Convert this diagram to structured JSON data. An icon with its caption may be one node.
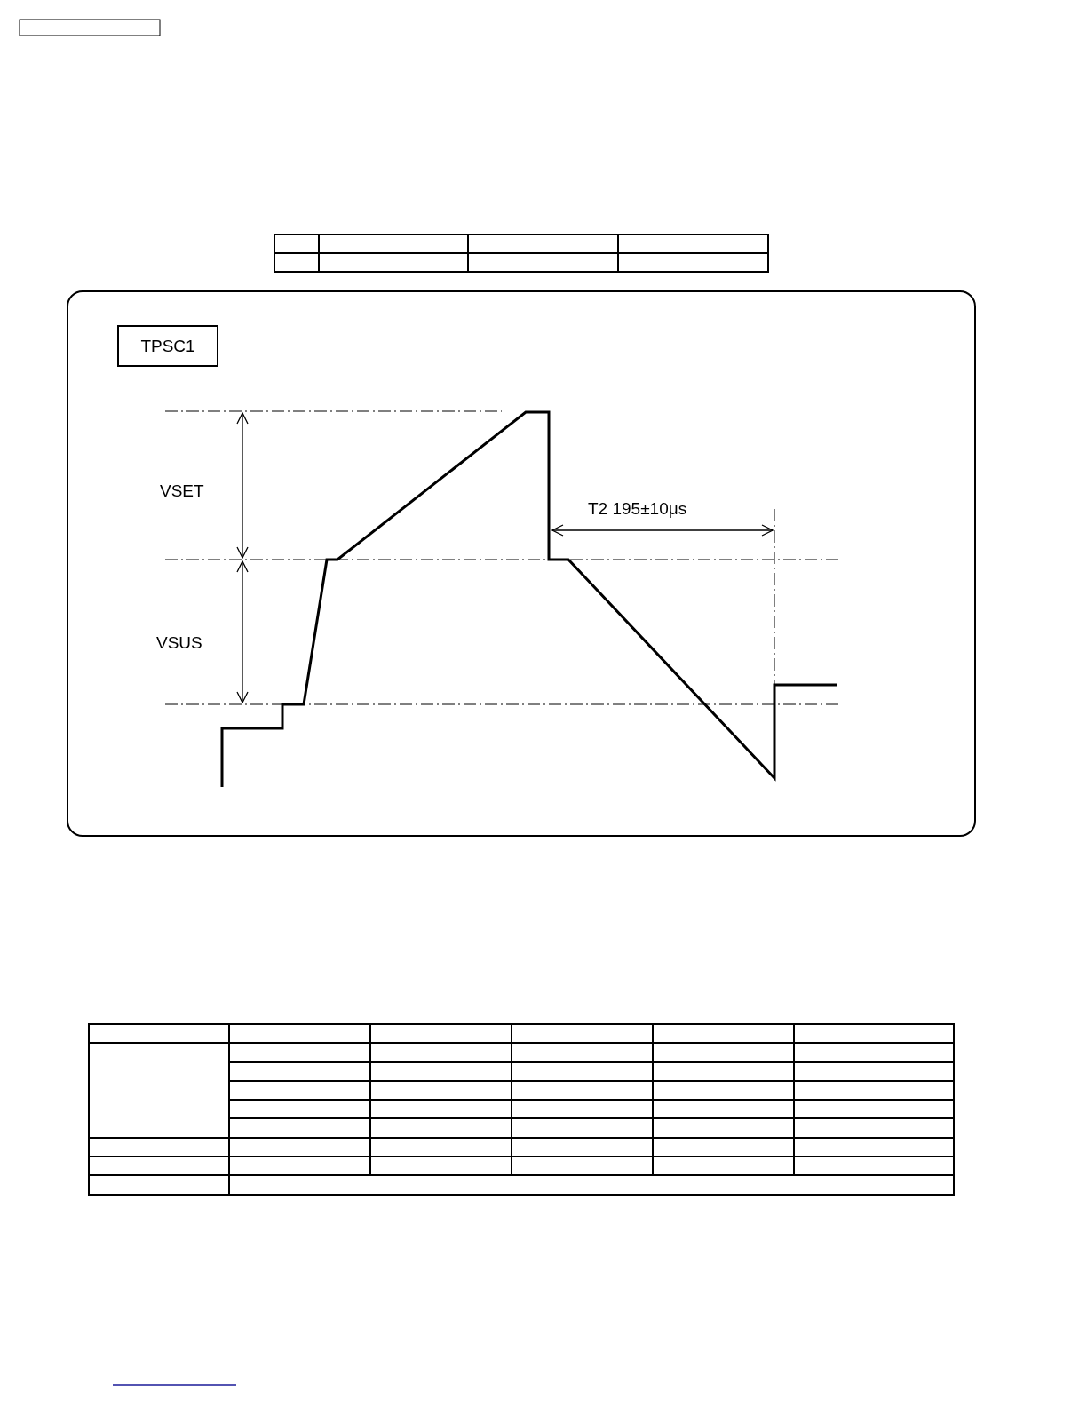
{
  "diagram": {
    "nodes": [
      {
        "text": [],
        "shape": "box"
      },
      {
        "text": [
          "TPSC1"
        ],
        "in": 0
      }
    ],
    "labels": [
      "VSET",
      "VSUS",
      "T2 195±10μs"
    ]
  }
}
